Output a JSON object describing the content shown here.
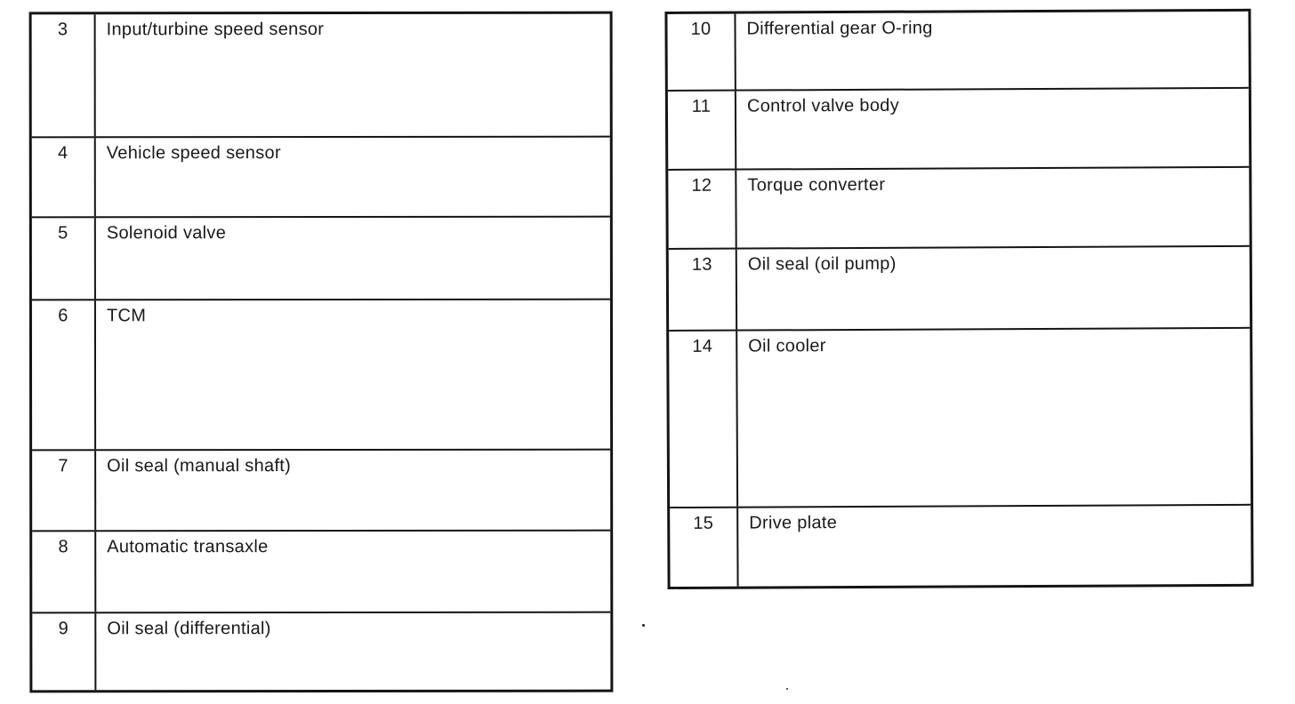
{
  "colors": {
    "ink": "#141414",
    "paper": "#ffffff"
  },
  "tables": {
    "left": {
      "rows": [
        {
          "number": "3",
          "name": "Input/turbine speed sensor"
        },
        {
          "number": "4",
          "name": "Vehicle speed sensor"
        },
        {
          "number": "5",
          "name": "Solenoid valve"
        },
        {
          "number": "6",
          "name": "TCM"
        },
        {
          "number": "7",
          "name": "Oil seal (manual shaft)"
        },
        {
          "number": "8",
          "name": "Automatic transaxle"
        },
        {
          "number": "9",
          "name": "Oil seal (differential)"
        }
      ]
    },
    "right": {
      "rows": [
        {
          "number": "10",
          "name": "Differential gear O-ring"
        },
        {
          "number": "11",
          "name": "Control valve body"
        },
        {
          "number": "12",
          "name": "Torque converter"
        },
        {
          "number": "13",
          "name": "Oil seal (oil pump)"
        },
        {
          "number": "14",
          "name": "Oil cooler"
        },
        {
          "number": "15",
          "name": "Drive plate"
        }
      ]
    }
  }
}
